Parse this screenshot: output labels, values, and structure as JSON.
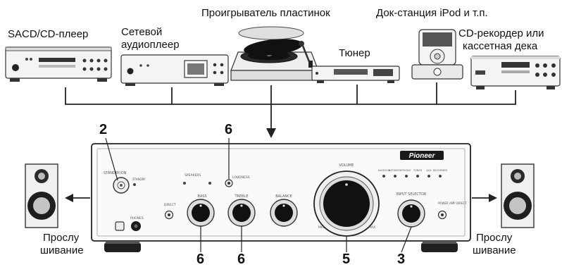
{
  "sources": {
    "sacd": "SACD/CD-плеер",
    "network_line1": "Сетевой",
    "network_line2": "аудиоплеер",
    "turntable": "Проигрыватель пластинок",
    "tuner": "Тюнер",
    "ipod_dock": "Док-станция iPod и т.п.",
    "recorder_line1": "CD-рекордер или",
    "recorder_line2": "кассетная дека"
  },
  "speakers": {
    "left_line1": "Прослу",
    "left_line2": "шивание",
    "right_line1": "Прослу",
    "right_line2": "шивание"
  },
  "callouts": {
    "standby": "2",
    "loudness": "6",
    "bass": "6",
    "treble": "6",
    "volume": "5",
    "input_selector": "3"
  },
  "amplifier": {
    "brand": "Pioneer",
    "standby_label": "STANDBY/ON",
    "standby_small": "STANDBY",
    "speakers_label": "SPEAKERS",
    "direct_label": "DIRECT",
    "loudness_label": "LOUDNESS",
    "phones_label": "PHONES",
    "bass_label": "BASS",
    "treble_label": "TREBLE",
    "balance_label": "BALANCE",
    "volume_label": "VOLUME",
    "volume_min": "MIN",
    "volume_max": "MAX",
    "input_selector_label": "INPUT SELECTOR",
    "power_amp_label": "POWER AMP DIRECT",
    "inputs": [
      "SACD/CD",
      "NETWORK",
      "PHONO",
      "TUNER",
      "AUX",
      "RECORDER"
    ]
  },
  "colors": {
    "line": "#222222",
    "device_body": "#f2f2f2",
    "device_edge": "#333333",
    "amp_panel": "#fafafa",
    "knob_dark": "#1a1a1a"
  }
}
